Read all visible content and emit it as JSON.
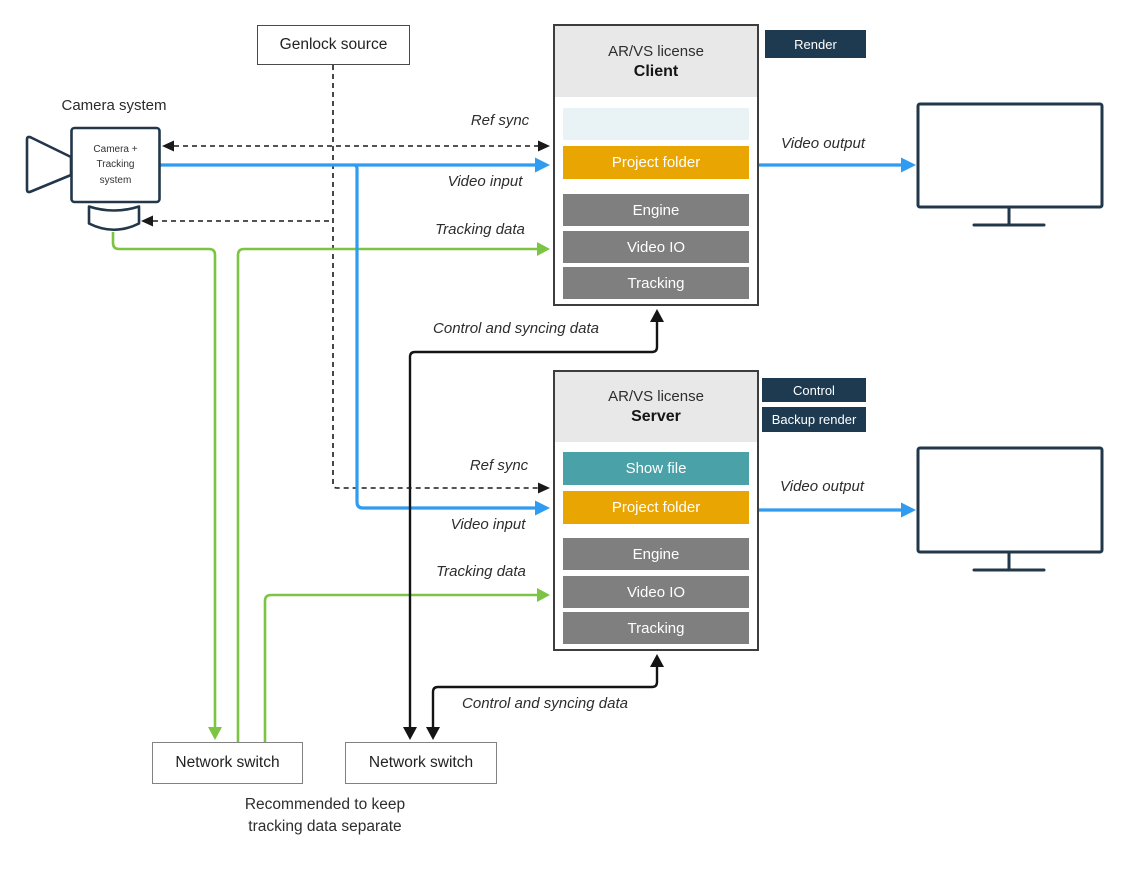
{
  "colors": {
    "line_blue": "#2f9bf1",
    "line_green": "#7cc443",
    "line_black": "#141414",
    "dash_black": "#1a1a1a",
    "slot_orange": "#e9a501",
    "slot_teal": "#4aa1a8",
    "slot_gray": "#7f7f7f",
    "slot_empty": "#e9f2f4",
    "header_gray": "#e8e8e8",
    "badge_navy": "#1d3a50",
    "icon_outline": "#22374a"
  },
  "camera": {
    "label": "Camera system",
    "body": "Camera +\nTracking\nsystem"
  },
  "genlock": {
    "label": "Genlock source"
  },
  "client": {
    "title": "AR/VS license",
    "name": "Client",
    "slots": [
      "",
      "Project folder",
      "Engine",
      "Video IO",
      "Tracking"
    ],
    "badges": [
      "Render"
    ]
  },
  "server": {
    "title": "AR/VS license",
    "name": "Server",
    "slots": [
      "Show file",
      "Project folder",
      "Engine",
      "Video IO",
      "Tracking"
    ],
    "badges": [
      "Control",
      "Backup render"
    ]
  },
  "switches": {
    "left": "Network switch",
    "right": "Network switch"
  },
  "note": "Recommended to keep\ntracking data separate",
  "labels": {
    "ref_sync_client": "Ref sync",
    "video_input_client": "Video input",
    "tracking_data_client": "Tracking data",
    "video_output_client": "Video output",
    "control_client": "Control and syncing data",
    "ref_sync_server": "Ref sync",
    "video_input_server": "Video input",
    "tracking_data_server": "Tracking data",
    "video_output_server": "Video output",
    "control_server": "Control and syncing data"
  }
}
